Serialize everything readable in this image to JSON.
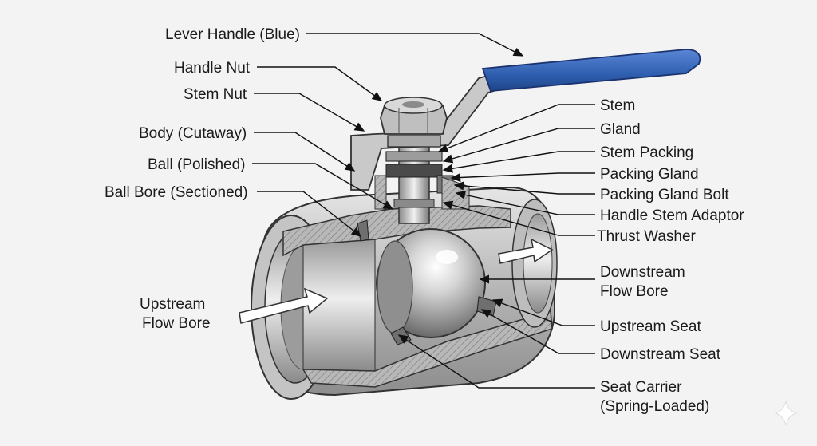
{
  "labels_left": {
    "lever_handle": "Lever Handle (Blue)",
    "handle_nut": "Handle Nut",
    "stem_nut": "Stem Nut",
    "body": "Body (Cutaway)",
    "ball": "Ball (Polished)",
    "ball_bore": "Ball Bore (Sectioned)",
    "upstream_line1": "Upstream",
    "upstream_line2": "Flow Bore"
  },
  "labels_right": {
    "stem": "Stem",
    "gland": "Gland",
    "stem_packing": "Stem Packing",
    "packing_gland": "Packing Gland",
    "packing_gland_bolt": "Packing Gland Bolt",
    "handle_stem_adaptor": "Handle Stem Adaptor",
    "thrust_washer": "Thrust Washer",
    "downstream_line1": "Downstream",
    "downstream_line2": "Flow Bore",
    "upstream_seat": "Upstream Seat",
    "downstream_seat": "Downstream Seat",
    "seat_carrier_line1": "Seat Carrier",
    "seat_carrier_line2": "(Spring-Loaded)"
  },
  "colors": {
    "background": "#f3f3f3",
    "handle_blue": "#2f5fb0",
    "steel_light": "#d9d9d9",
    "steel_mid": "#a9a9a9",
    "steel_dark": "#6f6f6f",
    "hatch": "#8a8a8a"
  },
  "icons": {
    "watermark": "sparkle-icon"
  }
}
